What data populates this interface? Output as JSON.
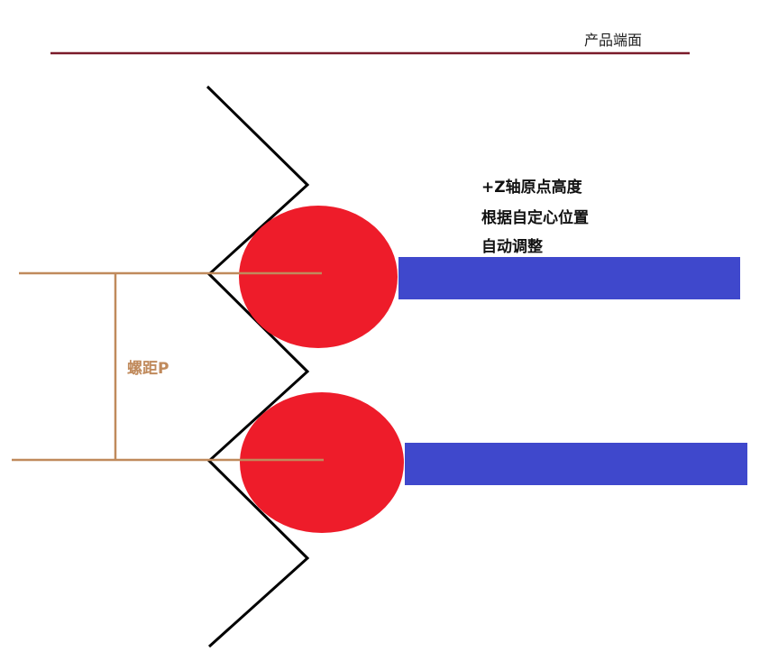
{
  "header": {
    "label": "产品端面",
    "rule_color": "#7a1a2a"
  },
  "annotation": {
    "lines": [
      "+Z轴原点高度",
      "根据自定心位置",
      "自动调整"
    ]
  },
  "pitch": {
    "label": "螺距P",
    "color": "#c08a5c"
  },
  "colors": {
    "ball": "#ee1c2a",
    "bar": "#3f48cc",
    "thread": "#000000"
  }
}
